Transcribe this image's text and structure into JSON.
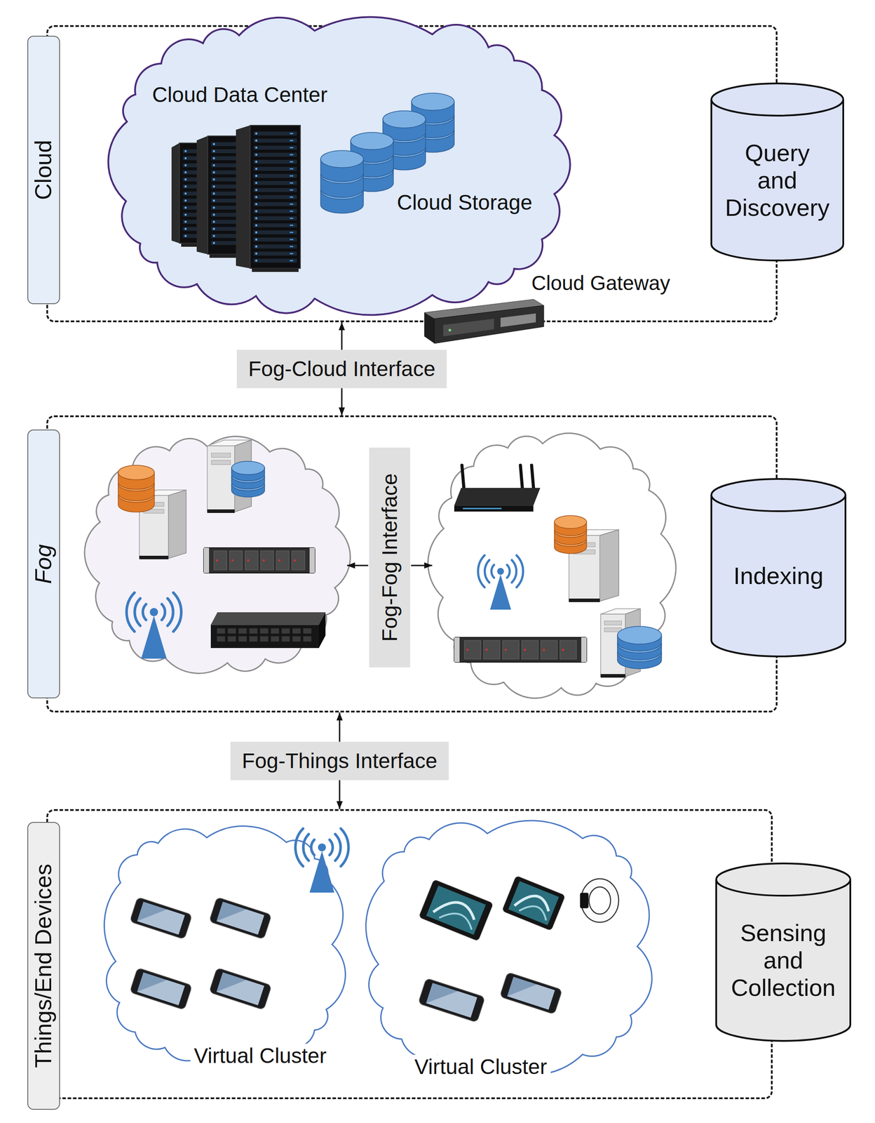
{
  "diagram": {
    "nodes": [
      {
        "text": [
          "Cloud"
        ]
      },
      {
        "text": [
          "Cloud Data Center",
          "Cloud Storage"
        ],
        "in": 0
      },
      {
        "text": [
          "Query and Discovery"
        ],
        "in": 0
      },
      {
        "text": [
          "Fog"
        ]
      },
      {
        "text": [
          "Fog-Fog Interface"
        ],
        "in": 3
      },
      {
        "text": [
          "Indexing"
        ],
        "in": 3
      },
      {
        "text": [
          "Things/End Devices"
        ]
      },
      {
        "text": [
          "Virtual Cluster"
        ],
        "in": 6
      },
      {
        "text": [
          "Virtual Cluster"
        ],
        "in": 6
      },
      {
        "text": [
          "Sensing and Collection"
        ],
        "in": 6
      }
    ],
    "edges": [
      {
        "from": 0,
        "to": 3,
        "arrow": "both",
        "label": "Fog-Cloud Interface"
      },
      {
        "from": 3,
        "to": 6,
        "arrow": "both",
        "label": "Fog-Things Interface"
      }
    ],
    "labels": [
      "Cloud Gateway"
    ]
  }
}
